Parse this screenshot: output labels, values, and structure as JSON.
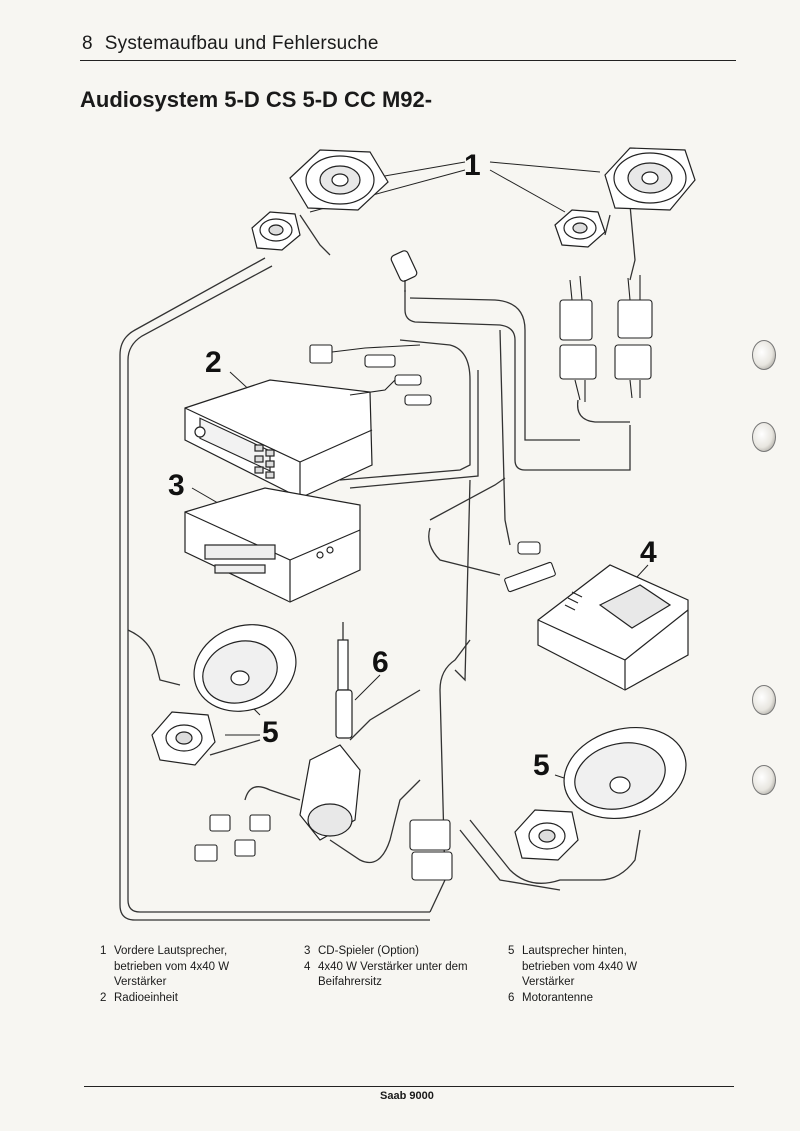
{
  "header": {
    "page_number": "8",
    "section": "Systemaufbau und Fehlersuche"
  },
  "title": "Audiosystem 5-D CS 5-D CC M92-",
  "callouts": {
    "c1": "1",
    "c2": "2",
    "c3": "3",
    "c4": "4",
    "c5a": "5",
    "c5b": "5",
    "c6": "6"
  },
  "legend": [
    {
      "n": "1",
      "text": "Vordere Lautsprecher,\nbetrieben vom 4x40 W\nVerstärker"
    },
    {
      "n": "2",
      "text": "Radioeinheit"
    },
    {
      "n": "3",
      "text": "CD-Spieler (Option)"
    },
    {
      "n": "4",
      "text": "4x40 W Verstärker unter dem\nBeifahrersitz"
    },
    {
      "n": "5",
      "text": "Lautsprecher hinten,\nbetrieben vom 4x40 W\nVerstärker"
    },
    {
      "n": "6",
      "text": "Motorantenne"
    }
  ],
  "footer": "Saab 9000"
}
